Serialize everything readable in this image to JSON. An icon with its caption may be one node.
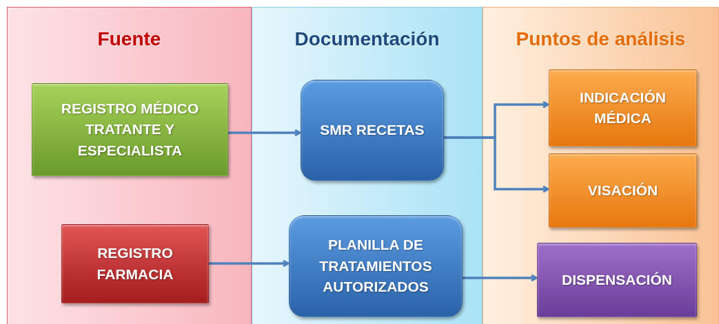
{
  "diagram": {
    "nodes": [
      {
        "text": [
          "Fuente"
        ]
      },
      {
        "text": [
          "Documentación"
        ]
      },
      {
        "text": [
          "Puntos de análisis"
        ]
      },
      {
        "text": [
          "REGISTRO MÉDICO TRATANTE Y ESPECIALISTA"
        ],
        "in": 0
      },
      {
        "text": [
          "REGISTRO FARMACIA"
        ],
        "in": 0
      },
      {
        "text": [
          "SMR RECETAS"
        ],
        "in": 1
      },
      {
        "text": [
          "PLANILLA DE TRATAMIENTOS AUTORIZADOS"
        ],
        "in": 1
      },
      {
        "text": [
          "INDICACIÓN MÉDICA"
        ],
        "in": 2
      },
      {
        "text": [
          "VISACIÓN"
        ],
        "in": 2
      },
      {
        "text": [
          "DISPENSACIÓN"
        ],
        "in": 2
      }
    ],
    "edges": [
      {
        "from": 3,
        "to": 5,
        "arrow": "to"
      },
      {
        "from": 5,
        "to": 7,
        "arrow": "to"
      },
      {
        "from": 5,
        "to": 8,
        "arrow": "to"
      },
      {
        "from": 4,
        "to": 6,
        "arrow": "to"
      },
      {
        "from": 6,
        "to": 9,
        "arrow": "to"
      }
    ]
  }
}
